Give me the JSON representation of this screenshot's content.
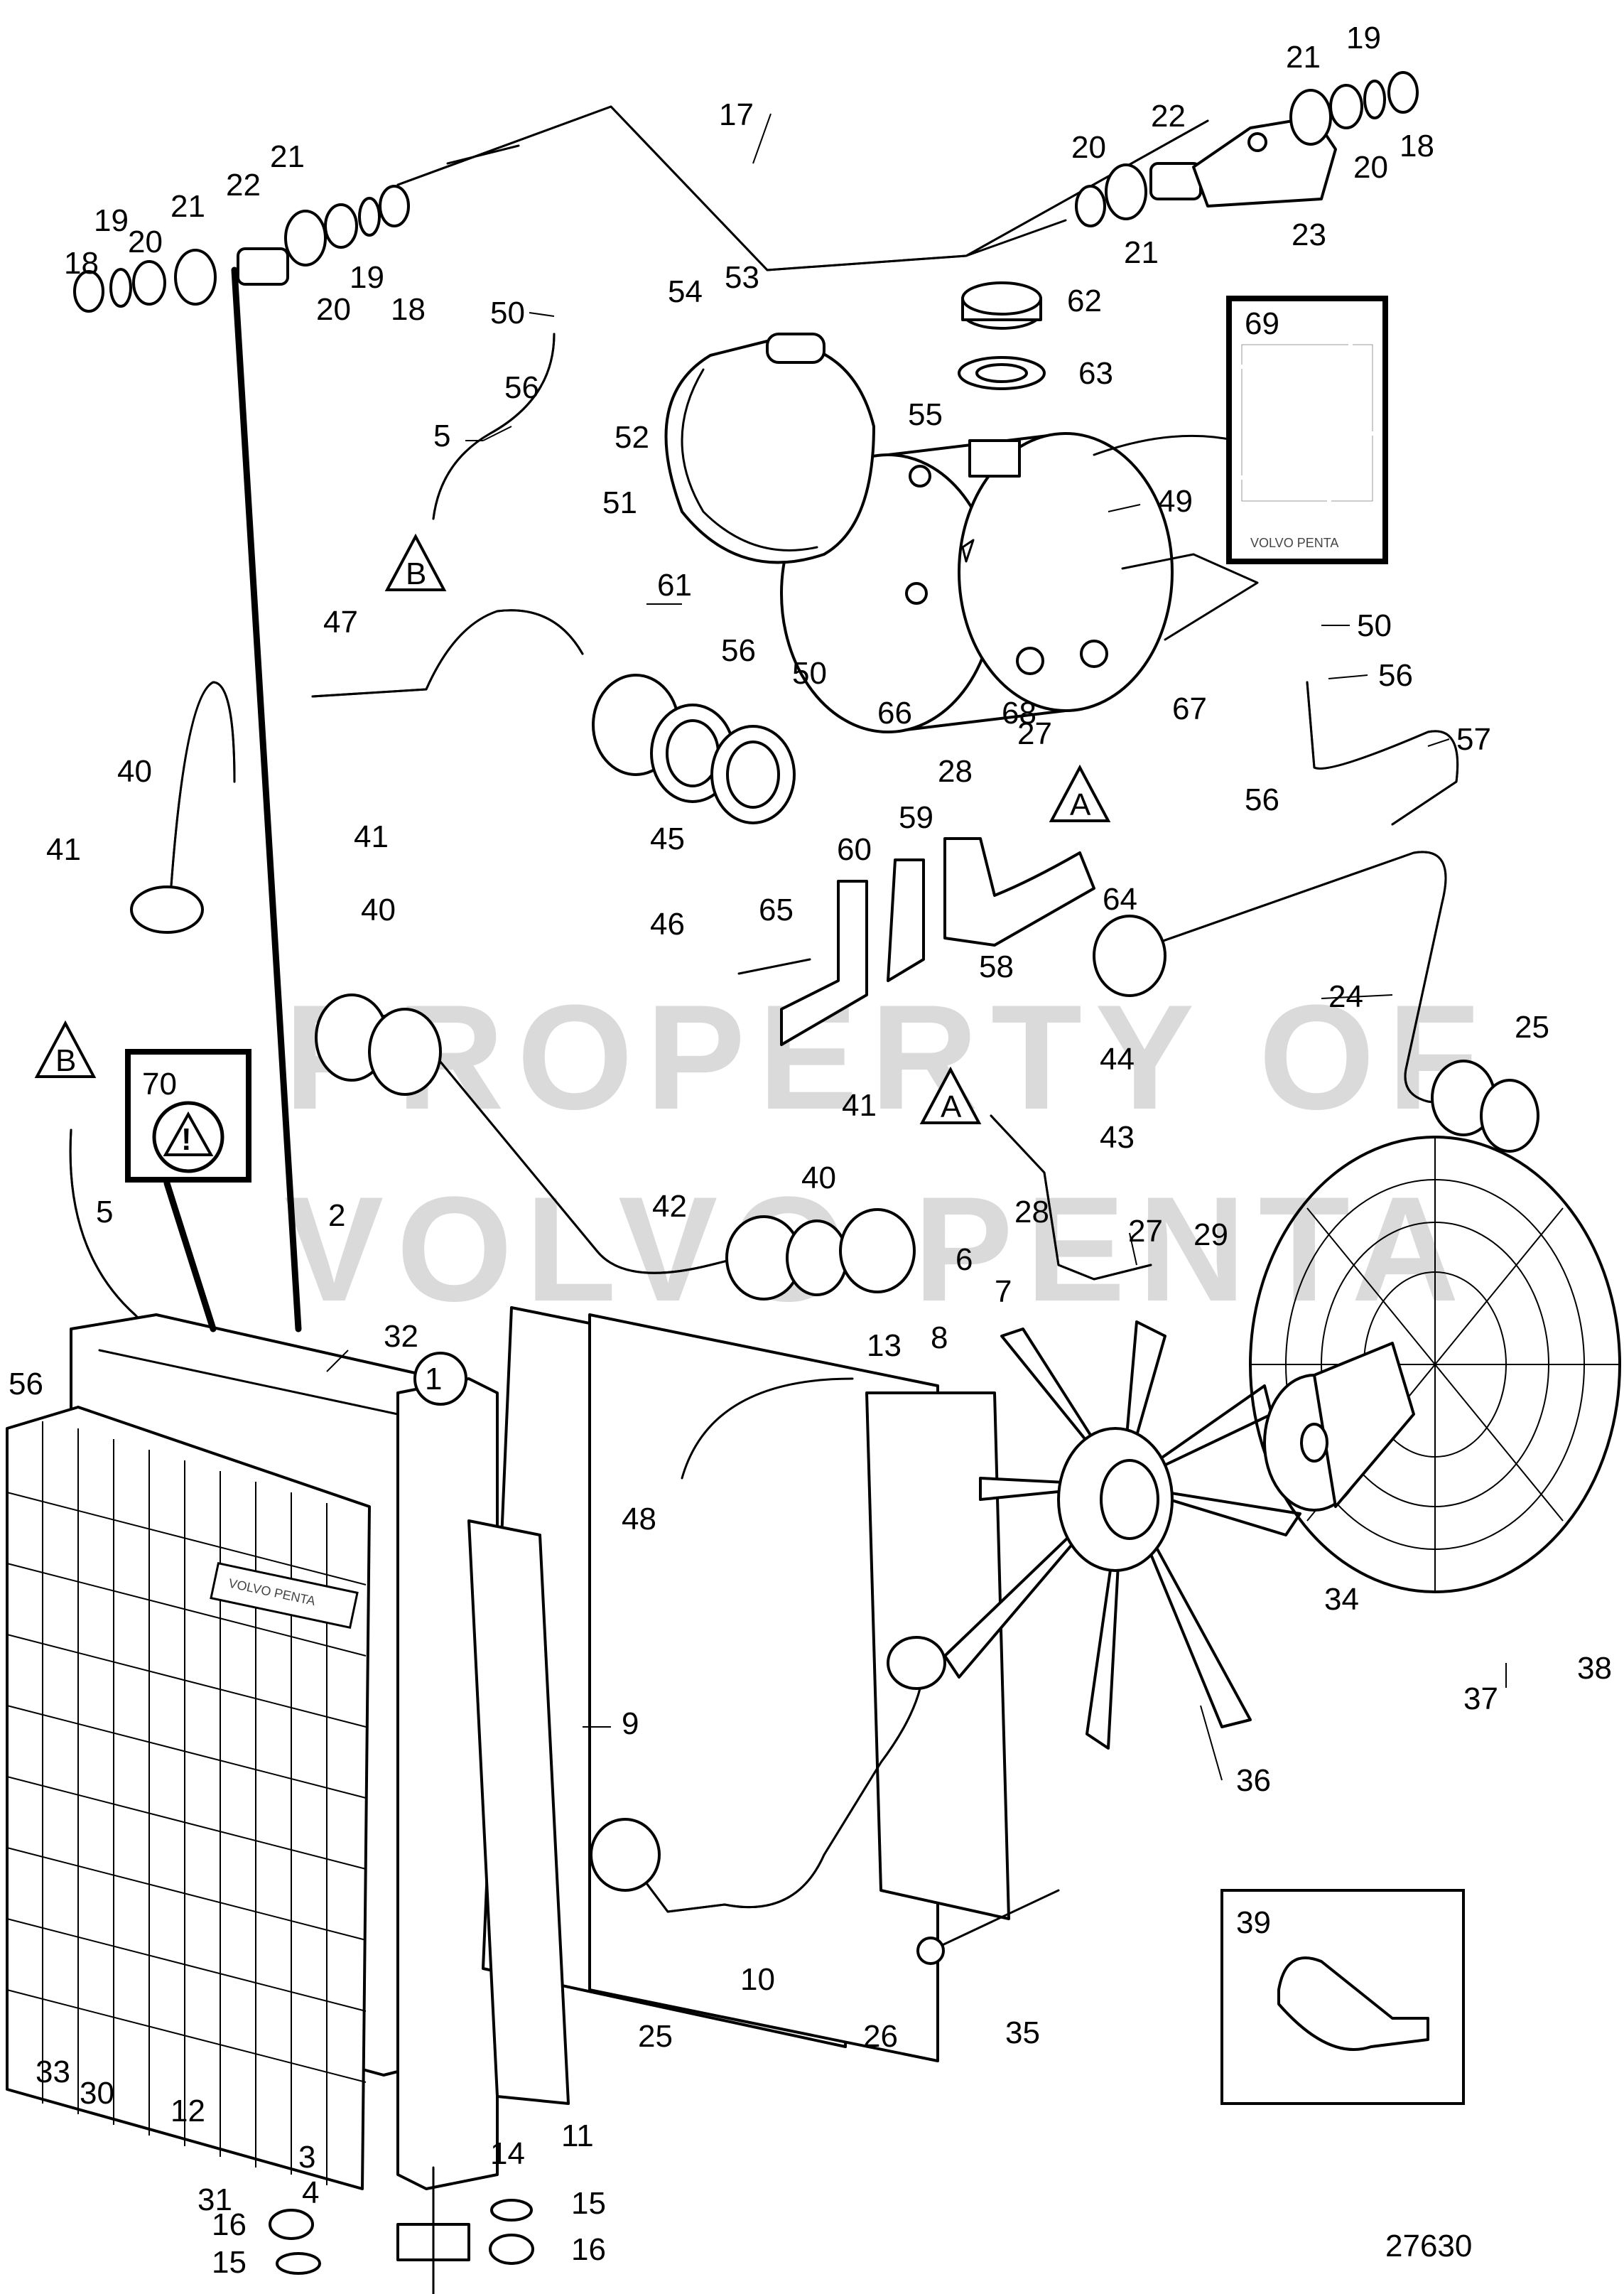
{
  "diagram": {
    "figure_number": "27630",
    "watermark": [
      "PROPERTY OF",
      "VOLVO PENTA"
    ],
    "plate_brand": "VOLVO PENTA",
    "sticker_brand": "VOLVO PENTA",
    "warning_symbol": "!",
    "reference_markers": [
      "A",
      "B"
    ],
    "part_labels": [
      "1",
      "2",
      "3",
      "4",
      "5",
      "6",
      "7",
      "8",
      "9",
      "10",
      "11",
      "12",
      "13",
      "14",
      "15",
      "16",
      "17",
      "18",
      "19",
      "20",
      "21",
      "22",
      "23",
      "24",
      "25",
      "26",
      "27",
      "28",
      "29",
      "30",
      "31",
      "32",
      "33",
      "34",
      "35",
      "36",
      "37",
      "38",
      "39",
      "40",
      "41",
      "42",
      "43",
      "44",
      "45",
      "46",
      "47",
      "48",
      "49",
      "50",
      "51",
      "52",
      "53",
      "54",
      "55",
      "56",
      "57",
      "58",
      "59",
      "60",
      "61",
      "62",
      "63",
      "64",
      "65",
      "66",
      "67",
      "68",
      "69",
      "70"
    ]
  }
}
